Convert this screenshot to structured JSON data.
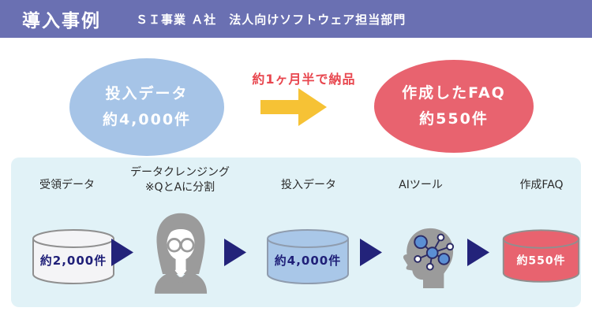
{
  "header": {
    "title": "導入事例",
    "subtitle": "ＳＩ事業 Ａ社　法人向けソフトウェア担当部門"
  },
  "summary": {
    "input_label": "投入データ",
    "input_count": "約4,000件",
    "delivery_caption": "約1ヶ月半で納品",
    "delivery_arrow_icon": "right-arrow-icon",
    "output_label": "作成したFAQ",
    "output_count": "約550件"
  },
  "flow": {
    "steps": [
      {
        "label": "受領データ",
        "value": "約2,000件",
        "icon": "database-cylinder-icon"
      },
      {
        "label": "データクレンジング",
        "sublabel": "※QとAに分割",
        "icon": "person-icon"
      },
      {
        "label": "投入データ",
        "value": "約4,000件",
        "icon": "database-cylinder-icon"
      },
      {
        "label": "AIツール",
        "icon": "ai-head-icon"
      },
      {
        "label": "作成FAQ",
        "value": "約550件",
        "icon": "database-cylinder-icon"
      }
    ]
  },
  "colors": {
    "header_bg": "#6a70b2",
    "panel_bg": "#e1f2f7",
    "blue_ellipse": "#a6c4e7",
    "red_ellipse": "#e8636f",
    "yellow_arrow": "#f6c235",
    "red_caption": "#e8474f",
    "navy_arrow": "#23237a",
    "navy_text": "#1f1f78",
    "icon_gray": "#9b9b9b",
    "node_blue": "#5b8fd4"
  }
}
